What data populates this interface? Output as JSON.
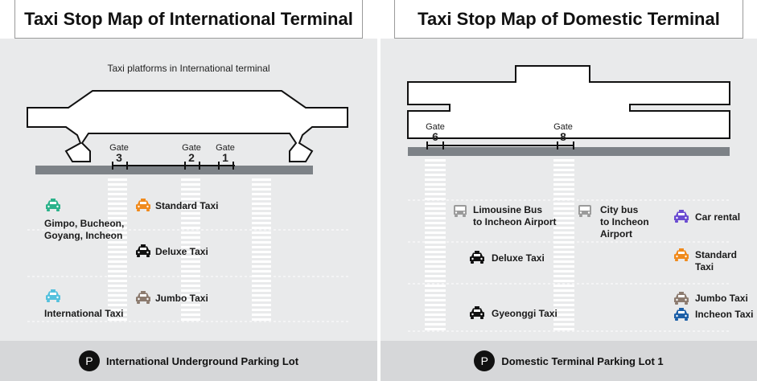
{
  "international": {
    "title": "Taxi Stop Map of International Terminal",
    "subtitle": "Taxi platforms in International terminal",
    "gate_label": "Gate",
    "gates": [
      "3",
      "2",
      "1"
    ],
    "taxis": [
      {
        "label": "Standard Taxi",
        "color": "#f08a1c"
      },
      {
        "label": "Gimpo, Bucheon,\nGoyang, Incheon",
        "color": "#2bb28a"
      },
      {
        "label": "Deluxe Taxi",
        "color": "#111111"
      },
      {
        "label": "Jumbo Taxi",
        "color": "#8c7b6f"
      },
      {
        "label": "International Taxi",
        "color": "#54c1dd"
      }
    ],
    "footer": "International Underground Parking Lot",
    "parking_symbol": "P"
  },
  "domestic": {
    "title": "Taxi Stop Map of Domestic Terminal",
    "gate_label": "Gate",
    "gates": [
      "6",
      "8"
    ],
    "taxis": [
      {
        "label": "Limousine Bus\nto Incheon Airport",
        "color": "#9a9a9a"
      },
      {
        "label": "City bus\nto Incheon\nAirport",
        "color": "#9a9a9a"
      },
      {
        "label": "Car rental",
        "color": "#6a4bd1"
      },
      {
        "label": "Deluxe Taxi",
        "color": "#111111"
      },
      {
        "label": "Standard\nTaxi",
        "color": "#f08a1c"
      },
      {
        "label": "Jumbo Taxi",
        "color": "#8c7b6f"
      },
      {
        "label": "Incheon Taxi",
        "color": "#1c5fa8"
      },
      {
        "label": "Gyeonggi Taxi",
        "color": "#111111"
      }
    ],
    "footer": "Domestic Terminal Parking Lot 1",
    "parking_symbol": "P"
  }
}
